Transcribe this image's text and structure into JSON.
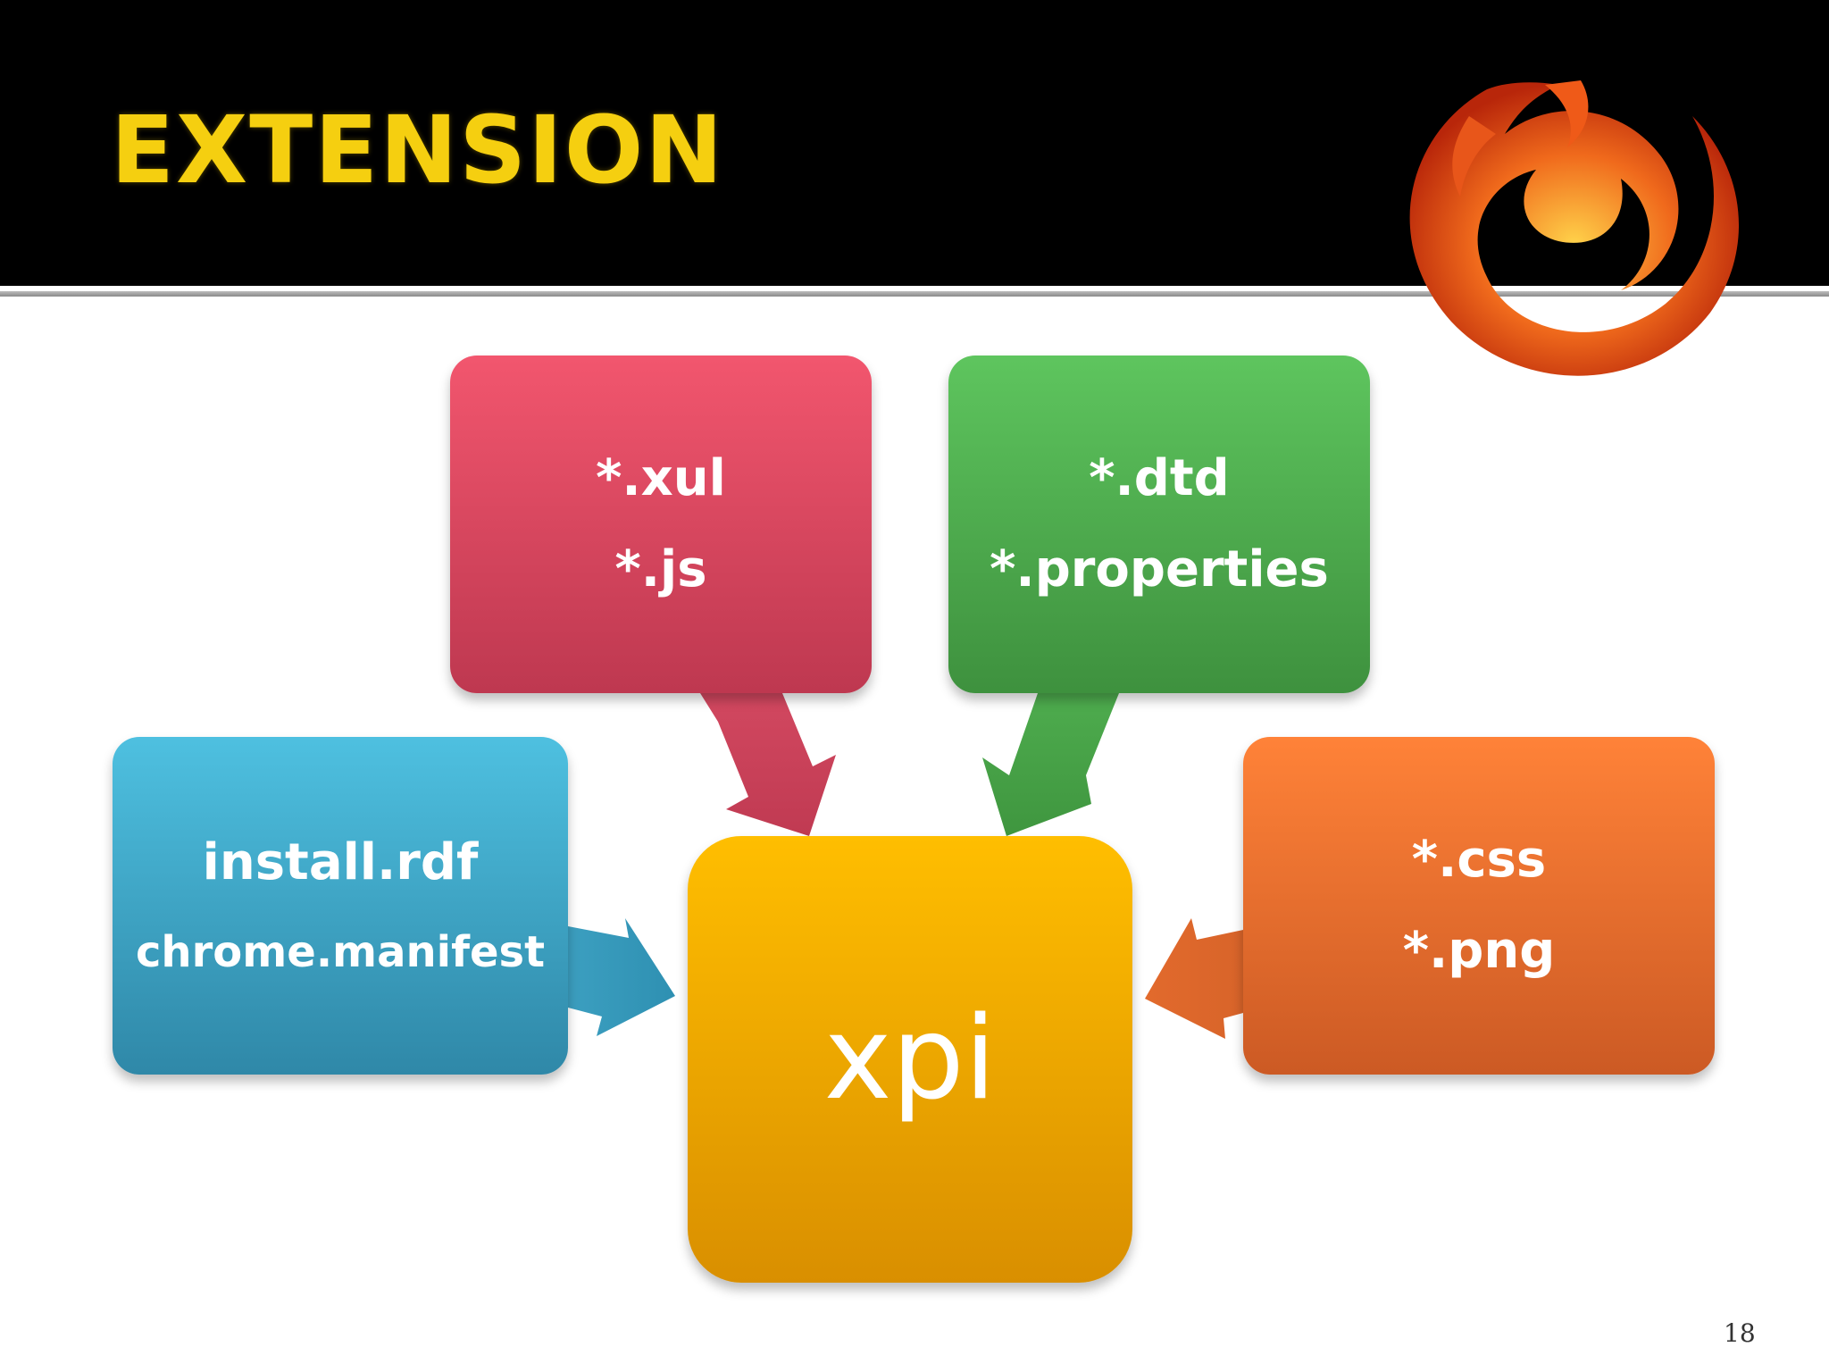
{
  "slide": {
    "title": "EXTENSION",
    "number": "18",
    "logo_icon": "firefox-logo-icon"
  },
  "diagram": {
    "center": {
      "label": "xpi",
      "color": "#f5a800"
    },
    "sources": [
      {
        "lines": [
          "*.xul",
          "*.js"
        ],
        "color": "#d9465e"
      },
      {
        "lines": [
          "*.dtd",
          "*.properties"
        ],
        "color": "#4ea84e"
      },
      {
        "lines": [
          "install.rdf",
          "chrome.manifest"
        ],
        "color": "#3ea3c4"
      },
      {
        "lines": [
          "*.css",
          "*.png"
        ],
        "color": "#e86c2e"
      }
    ]
  },
  "colors": {
    "header_background": "#000000",
    "title": "#f5cf10",
    "background": "#ffffff"
  }
}
